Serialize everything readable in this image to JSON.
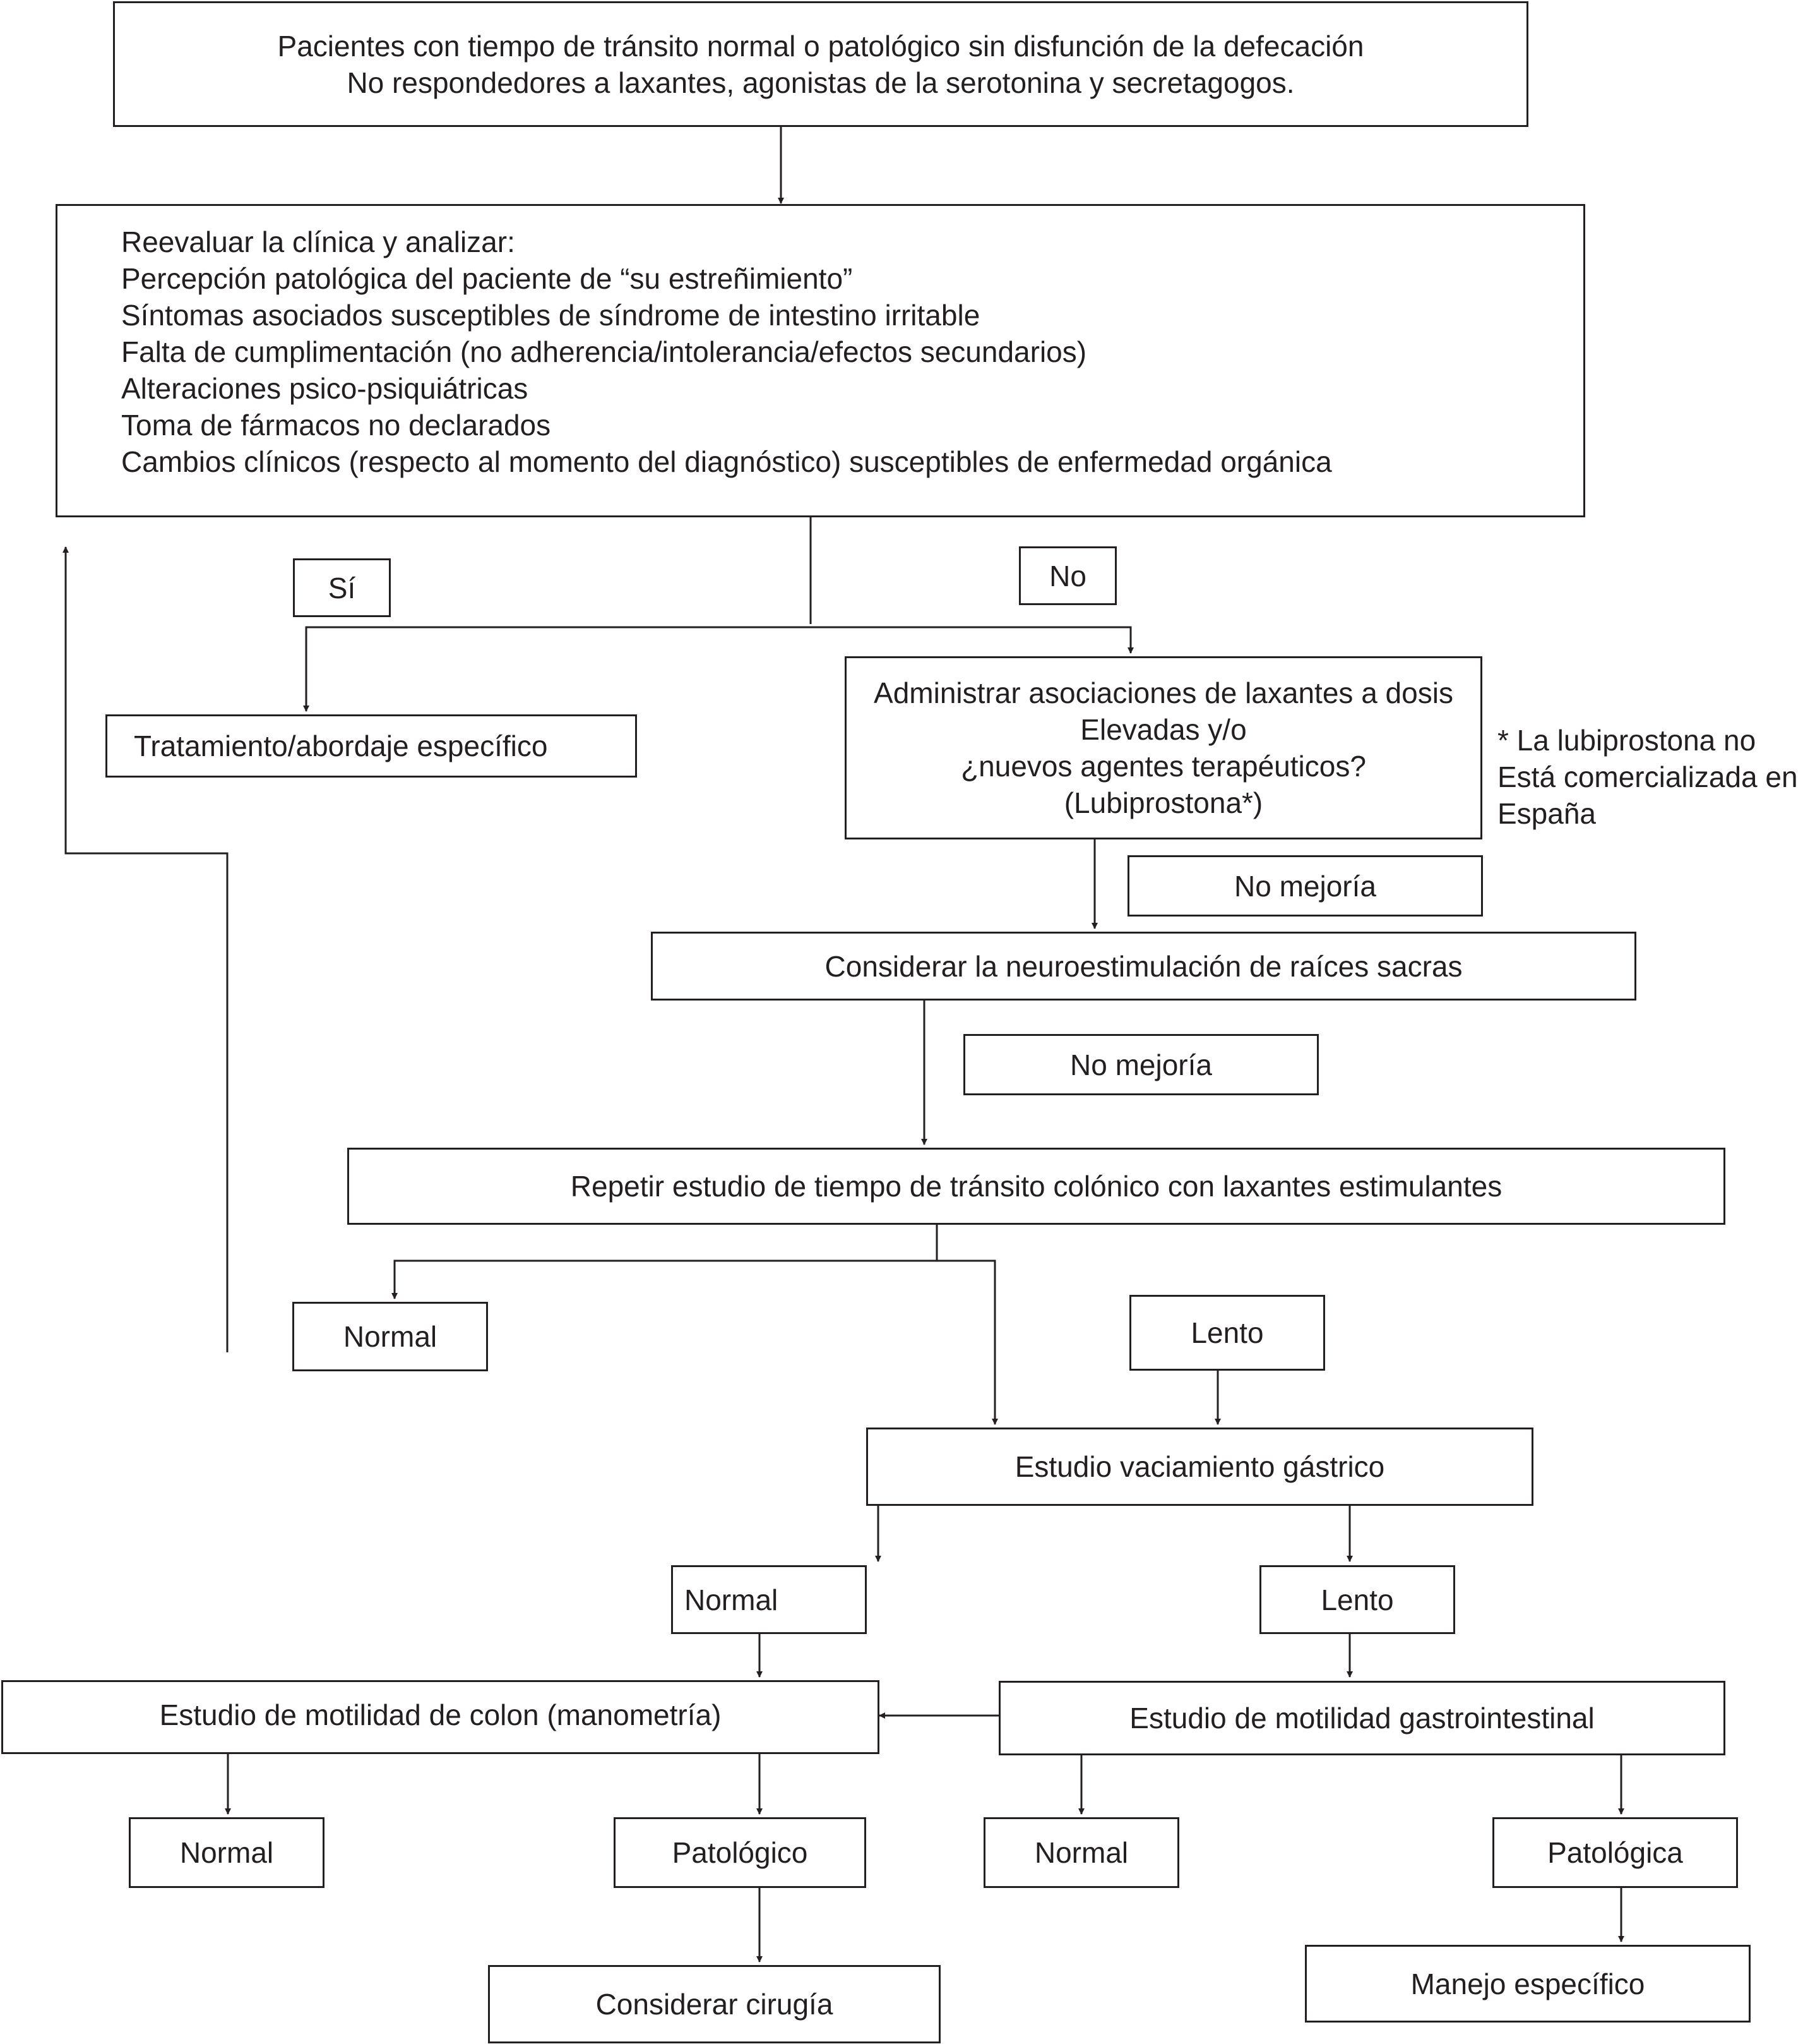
{
  "top_box": {
    "line1": "Pacientes con tiempo de tránsito normal o patológico sin disfunción de la defecación",
    "line2": "No respondedores a laxantes, agonistas de la serotonina y secretagogos."
  },
  "reevaluate_box": {
    "heading": "Reevaluar la clínica y analizar:",
    "items": [
      "Percepción patológica del paciente de “su estreñimiento”",
      "Síntomas asociados susceptibles de síndrome de intestino irritable",
      "Falta de cumplimentación (no adherencia/intolerancia/efectos secundarios)",
      "Alteraciones psico-psiquiátricas",
      "Toma de fármacos no declarados",
      "Cambios clínicos (respecto al momento del diagnóstico) susceptibles de enfermedad orgánica"
    ]
  },
  "labels": {
    "si": "Sí",
    "no": "No",
    "no_mejoria_1": "No mejoría",
    "no_mejoria_2": "No mejoría",
    "normal_transit": "Normal",
    "lento_transit": "Lento",
    "normal_gastric": "Normal",
    "lento_gastric": "Lento",
    "normal_colon": "Normal",
    "patologico_colon": "Patológico",
    "normal_gi": "Normal",
    "patologica_gi": "Patológica"
  },
  "boxes": {
    "specific_treatment": "Tratamiento/abordaje específico",
    "laxatives": {
      "line1": "Administrar asociaciones de laxantes a dosis",
      "line2": "Elevadas y/o",
      "line3": "¿nuevos agentes terapéuticos?",
      "line4": "(Lubiprostona*)"
    },
    "neurostim": "Considerar la neuroestimulación de raíces sacras",
    "repeat_study": "Repetir estudio de tiempo de tránsito colónico con laxantes estimulantes",
    "gastric_emptying": "Estudio vaciamiento gástrico",
    "colon_motility": "Estudio de motilidad de colon (manometría)",
    "gi_motility": "Estudio de motilidad gastrointestinal",
    "surgery": "Considerar cirugía",
    "specific_management": "Manejo específico"
  },
  "footnote": {
    "line1": "* La lubiprostona no",
    "line2": "Está comercializada en",
    "line3": "España"
  },
  "colors": {
    "stroke": "#231f20",
    "background": "#ffffff"
  }
}
